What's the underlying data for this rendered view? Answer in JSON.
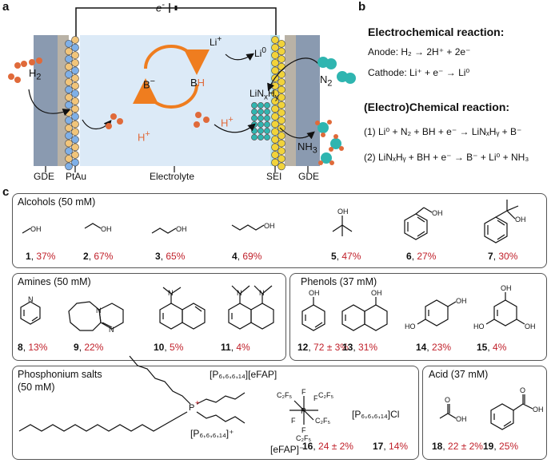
{
  "panels": {
    "a": "a",
    "b": "b",
    "c": "c"
  },
  "cell": {
    "electron": "e",
    "h2": "H",
    "li_plus": "Li",
    "li0": "Li",
    "n2": "N",
    "nh3": "NH",
    "linxhy": "LiN",
    "b_minus": "B",
    "bh": "B",
    "h_plus_left": "H",
    "h_plus_right": "H",
    "bottom": {
      "gde_left": "GDE",
      "ptau": "PtAu",
      "electrolyte": "Electrolyte",
      "sei": "SEI",
      "gde_right": "GDE"
    }
  },
  "reactions": {
    "title1": "Electrochemical reaction:",
    "anode": "Anode: H₂ → 2H⁺ + 2e⁻",
    "cathode": "Cathode: Li⁺ + e⁻ → Li⁰",
    "title2": "(Electro)Chemical reaction:",
    "r1": "(1) Li⁰ + N₂ + BH + e⁻ → LiNₓHᵧ + B⁻",
    "r2": "(2) LiNₓHᵧ + BH + e⁻ → B⁻ + Li⁰ + NH₃"
  },
  "groups": {
    "alcohols": {
      "title": "Alcohols (50 mM)",
      "items": [
        {
          "n": "1",
          "p": "37%"
        },
        {
          "n": "2",
          "p": "67%"
        },
        {
          "n": "3",
          "p": "65%"
        },
        {
          "n": "4",
          "p": "69%"
        },
        {
          "n": "5",
          "p": "47%"
        },
        {
          "n": "6",
          "p": "27%"
        },
        {
          "n": "7",
          "p": "30%"
        }
      ]
    },
    "amines": {
      "title": "Amines (50 mM)",
      "items": [
        {
          "n": "8",
          "p": "13%"
        },
        {
          "n": "9",
          "p": "22%"
        },
        {
          "n": "10",
          "p": "5%"
        },
        {
          "n": "11",
          "p": "4%"
        }
      ]
    },
    "phenols": {
      "title": "Phenols (37 mM)",
      "items": [
        {
          "n": "12",
          "p": "72 ± 3%"
        },
        {
          "n": "13",
          "p": "31%"
        },
        {
          "n": "14",
          "p": "23%"
        },
        {
          "n": "15",
          "p": "4%"
        }
      ]
    },
    "phosphonium": {
      "title1": "Phosphonium salts",
      "title2": "(50 mM)",
      "items": [
        {
          "n": "16",
          "p": "24 ± 2%"
        },
        {
          "n": "17",
          "p": "14%"
        }
      ],
      "salt_eFAP": "[P₆,₆,₆,₁₄][eFAP]",
      "cation": "[P₆,₆,₆,₁₄]⁺",
      "anion": "[eFAP]⁻",
      "salt_Cl": "[P₆,₆,₆,₁₄]Cl"
    },
    "acid": {
      "title": "Acid (37 mM)",
      "items": [
        {
          "n": "18",
          "p": "22 ± 2%"
        },
        {
          "n": "19",
          "p": "25%"
        }
      ]
    }
  },
  "atoms": {
    "OH": "OH",
    "O": "O",
    "HO": "HO",
    "N": "N",
    "P": "P",
    "F": "F",
    "C2F5": "C₂F₅"
  },
  "colors": {
    "electrolyte": "#dceaf7",
    "gde": "#8a9ab0",
    "pt": "#f2c57a",
    "sei": "#b8e4ec",
    "particle": "#e06a3a",
    "n_atom": "#2fb5b0",
    "accent": "#c0202a"
  }
}
